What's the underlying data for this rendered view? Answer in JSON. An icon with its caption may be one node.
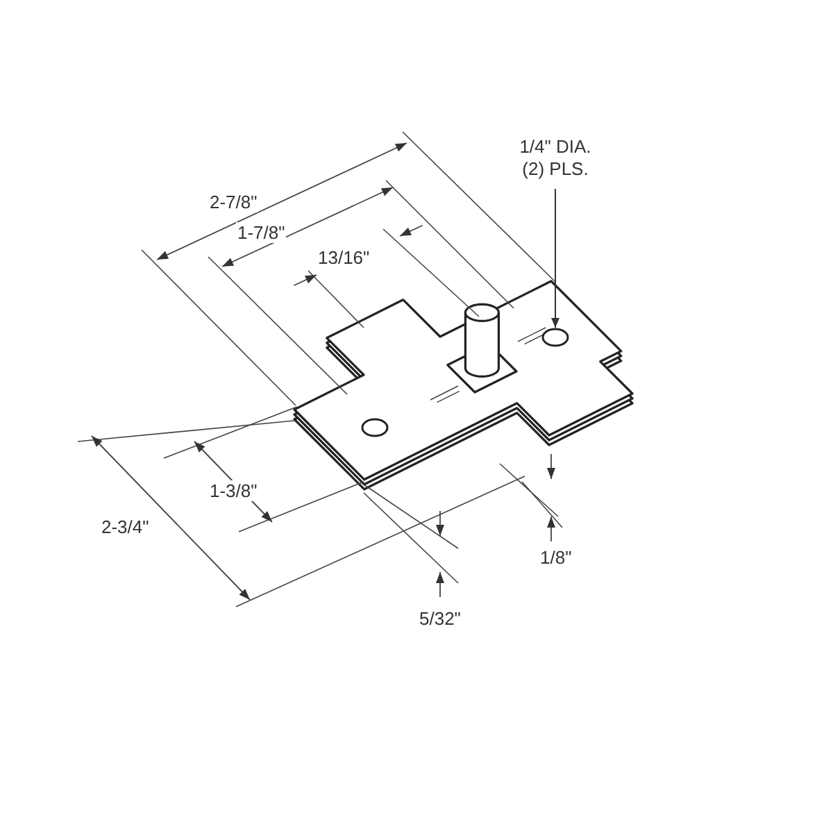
{
  "diagram": {
    "nodes": [
      {
        "text": [
          "1/4\" DIA. (2) PLS."
        ]
      },
      {
        "text": [],
        "shape": "circle"
      }
    ],
    "edges": [
      {
        "from": 0,
        "to": 1,
        "arrow": "to"
      }
    ],
    "labels": [
      "2-7/8\"",
      "1-7/8\"",
      "13/16\"",
      "1-3/8\"",
      "2-3/4\"",
      "1/8\"",
      "5/32\""
    ]
  }
}
